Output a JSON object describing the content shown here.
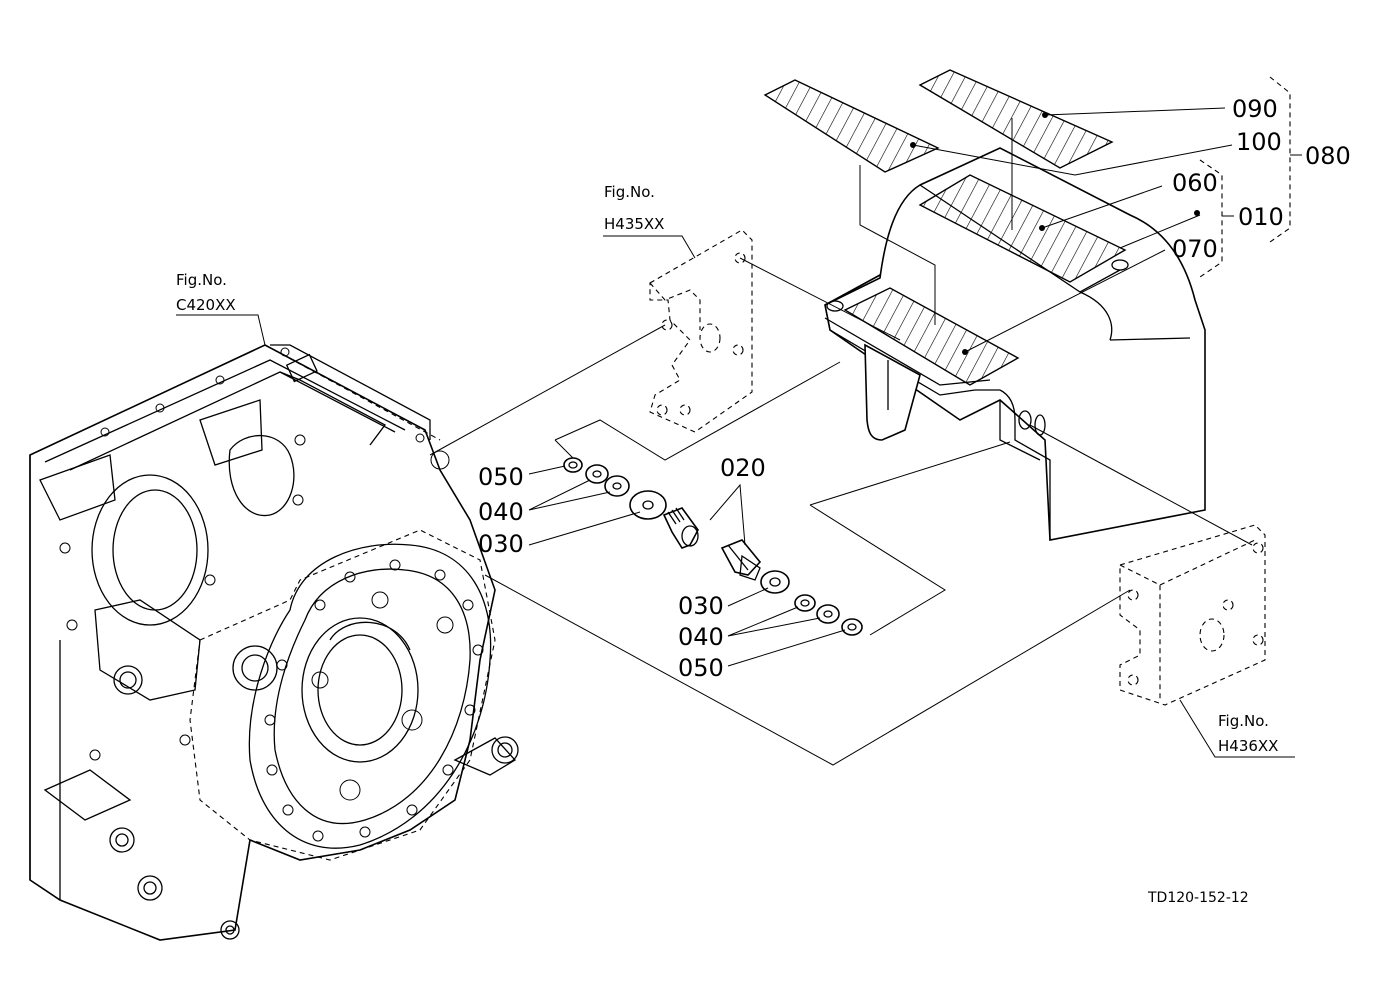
{
  "parts": {
    "p090": "090",
    "p100": "100",
    "p080": "080",
    "p060": "060",
    "p010": "010",
    "p070": "070",
    "p020": "020",
    "p050_left": "050",
    "p040_left": "040",
    "p030_left": "030",
    "p030_right": "030",
    "p040_right": "040",
    "p050_right": "050"
  },
  "figure_refs": {
    "h435": {
      "title": "Fig.No.",
      "code": "H435XX"
    },
    "c420": {
      "title": "Fig.No.",
      "code": "C420XX"
    },
    "h436": {
      "title": "Fig.No.",
      "code": "H436XX"
    }
  },
  "drawing_code": "TD120-152-12"
}
